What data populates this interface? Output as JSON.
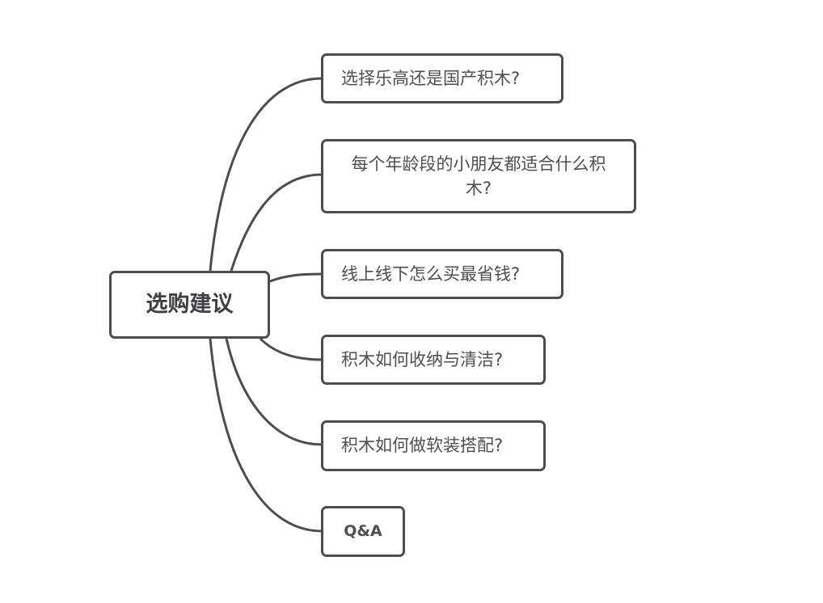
{
  "root": {
    "label": "选购建议"
  },
  "children": [
    {
      "label": "选择乐高还是国产积木?"
    },
    {
      "label": "每个年龄段的小朋友都适合什么积木?"
    },
    {
      "label": "线上线下怎么买最省钱?"
    },
    {
      "label": "积木如何收纳与清洁?"
    },
    {
      "label": "积木如何做软装搭配?"
    },
    {
      "label": "Q&A"
    }
  ],
  "colors": {
    "line": "#4b4d52",
    "text": "#4d4f54",
    "background": "#ffffff"
  }
}
